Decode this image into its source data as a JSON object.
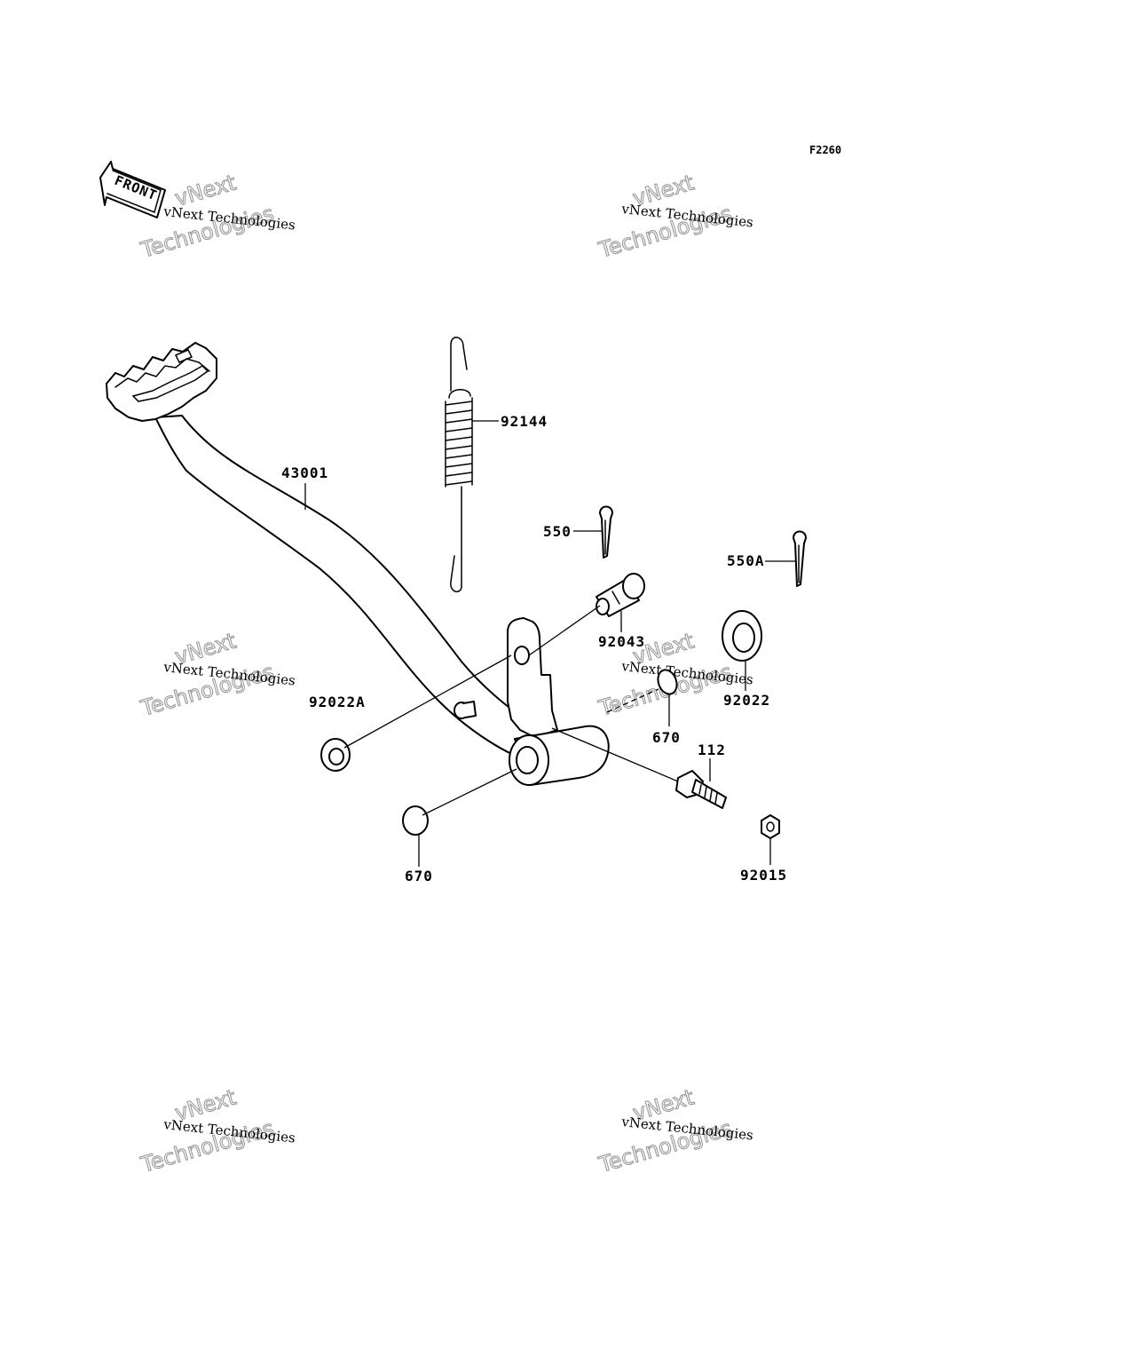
{
  "diagram_code": "F2260",
  "front_label": "FRONT",
  "watermark": {
    "line1": "vNext Technologies",
    "line2": "vNext",
    "line3": "Technologies"
  },
  "parts": {
    "p43001": "43001",
    "p92144": "92144",
    "p550": "550",
    "p550A": "550A",
    "p92043": "92043",
    "p92022": "92022",
    "p92022A": "92022A",
    "p670a": "670",
    "p670b": "670",
    "p112": "112",
    "p92015": "92015"
  }
}
